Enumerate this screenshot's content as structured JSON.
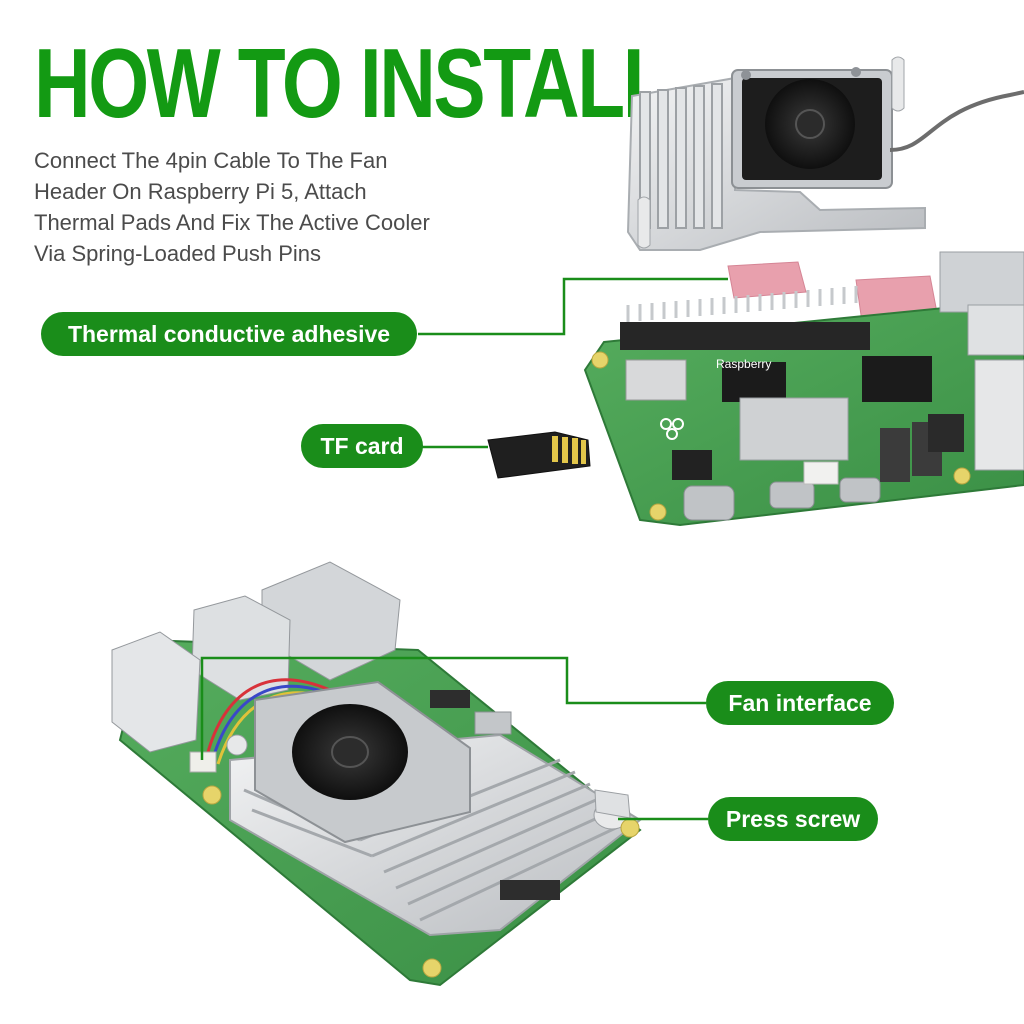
{
  "header": {
    "title": "HOW TO INSTALL",
    "description_lines": [
      "Connect The 4pin Cable To The Fan",
      "Header On Raspberry Pi 5, Attach",
      "Thermal Pads And Fix The Active Cooler",
      "Via Spring-Loaded Push Pins"
    ]
  },
  "callouts": {
    "thermal": "Thermal conductive adhesive",
    "tf_card": "TF card",
    "fan_interface": "Fan interface",
    "press_screw": "Press screw"
  },
  "board": {
    "silkscreen": "Raspberry"
  },
  "colors": {
    "brand_green": "#139a13",
    "pill_green": "#1a8d1a",
    "pcb_green": "#3f9a4a",
    "thermal_pad_pink": "#e8a0ad",
    "heatsink_silver": "#d6d8da"
  }
}
